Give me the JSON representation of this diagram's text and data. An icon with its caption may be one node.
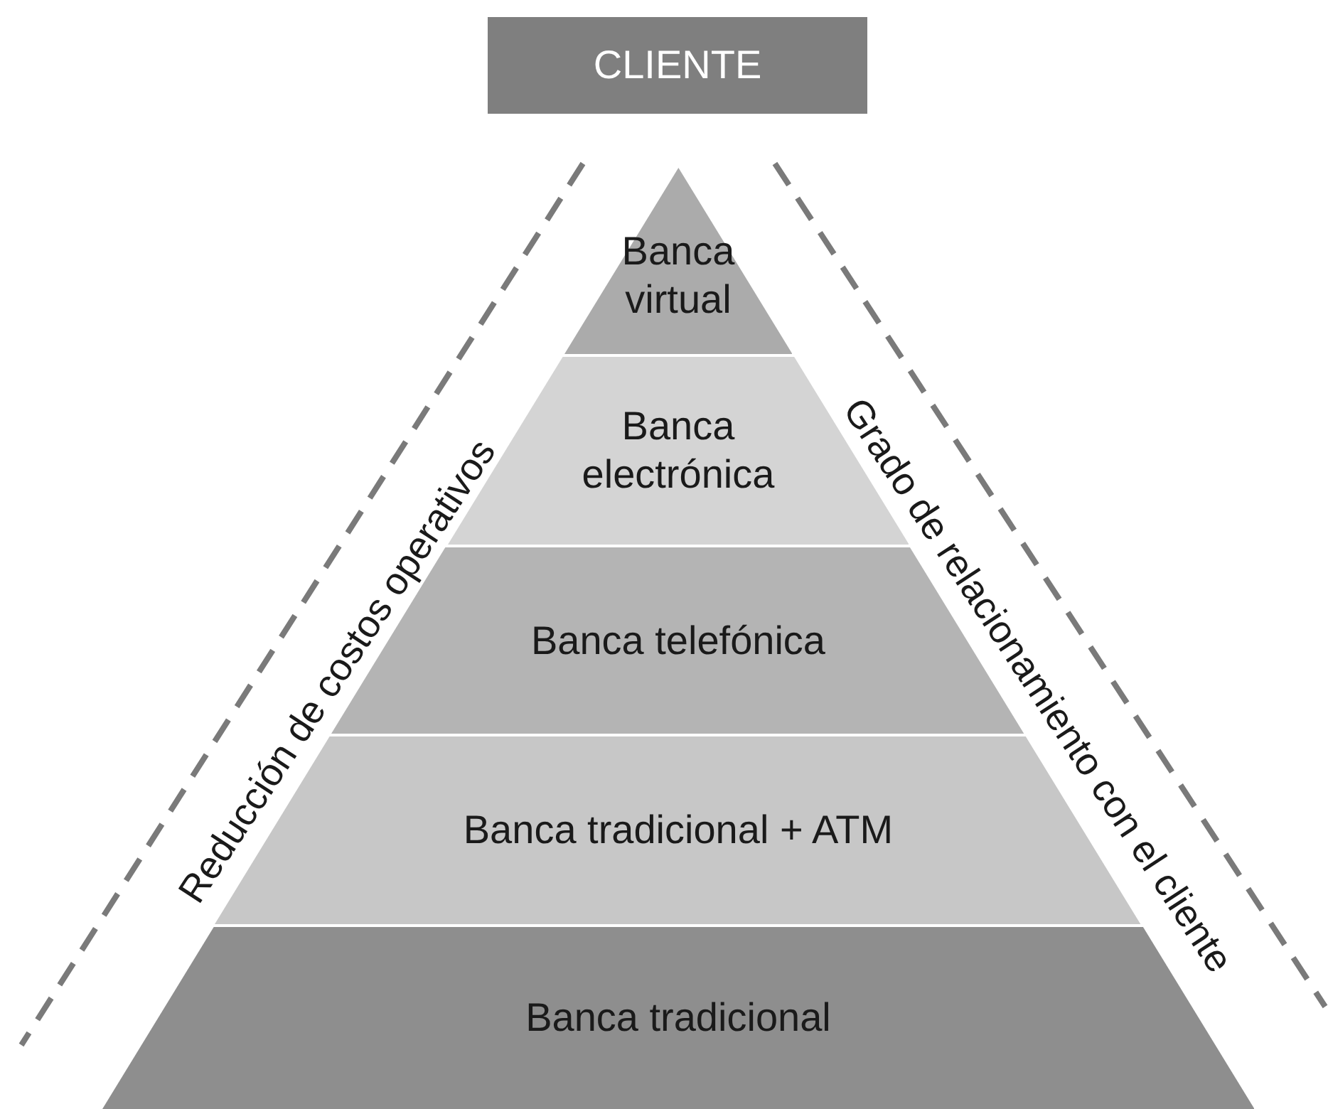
{
  "diagram": {
    "nodes": [
      {
        "text": [
          "CLIENTE"
        ]
      },
      {
        "text": [
          "Banca virtual"
        ]
      },
      {
        "text": [
          "Banca electrónica"
        ]
      },
      {
        "text": [
          "Banca telefónica"
        ]
      },
      {
        "text": [
          "Banca tradicional + ATM"
        ]
      },
      {
        "text": [
          "Banca tradicional"
        ]
      }
    ],
    "labels": [
      "Reducción de costos operativos",
      "Grado de relacionamiento con el cliente"
    ]
  }
}
